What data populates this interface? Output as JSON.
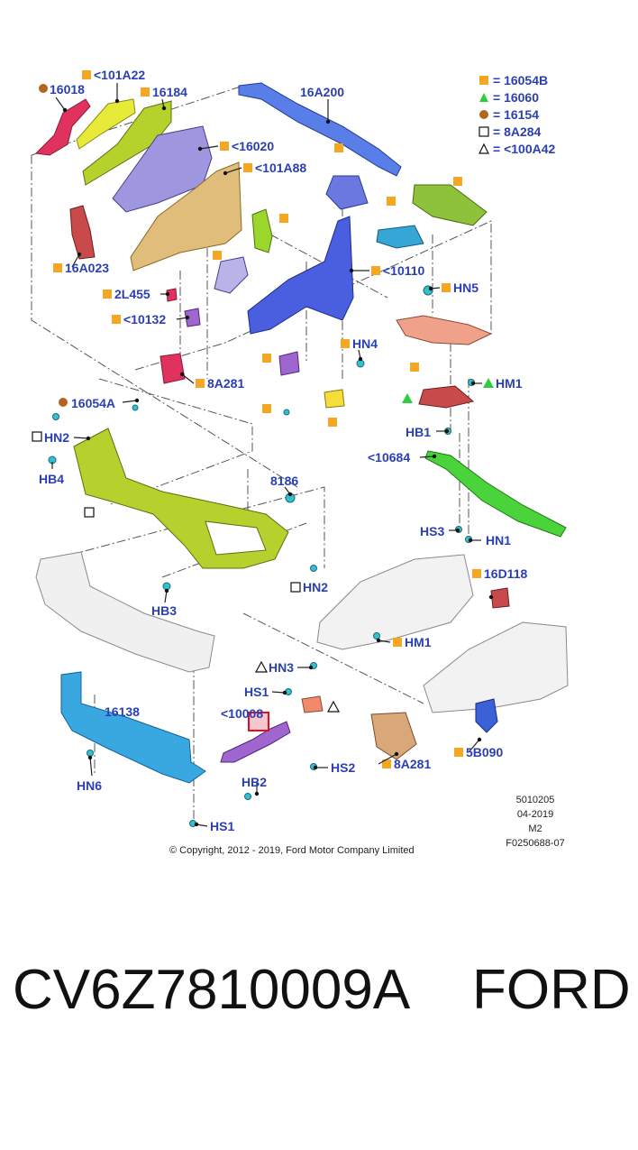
{
  "legend": [
    {
      "symbol": "square-orange",
      "text": "= 16054B"
    },
    {
      "symbol": "triangle-green",
      "text": "= 16060"
    },
    {
      "symbol": "circle-brown",
      "text": "= 16154"
    },
    {
      "symbol": "square-outline",
      "text": "= 8A284"
    },
    {
      "symbol": "triangle-outline",
      "text": "= <100A42"
    }
  ],
  "labels": {
    "p16018": "16018",
    "p101A22": "<101A22",
    "p16184": "16184",
    "p16A200": "16A200",
    "p16020": "<16020",
    "p101A88": "<101A88",
    "p16A023": "16A023",
    "p2L455": "2L455",
    "p10132": "<10132",
    "p10110": "<10110",
    "pHN5": "HN5",
    "pHN4": "HN4",
    "p8A281a": "8A281",
    "p16054A": "16054A",
    "pHM1a": "HM1",
    "pHN2a": "HN2",
    "pHB4": "HB4",
    "pHB1": "HB1",
    "p10684": "<10684",
    "p8186": "8186",
    "pHS3": "HS3",
    "pHN1": "HN1",
    "p16D118": "16D118",
    "pHN2b": "HN2",
    "pHB3": "HB3",
    "pHM1b": "HM1",
    "pHN3": "HN3",
    "pHS1a": "HS1",
    "p16138": "16138",
    "p10008": "<10008",
    "pHS2": "HS2",
    "p8A281b": "8A281",
    "p5B090": "5B090",
    "pHN6": "HN6",
    "pHB2": "HB2",
    "pHS1b": "HS1"
  },
  "meta": {
    "line1": "5010205",
    "line2": "04-2019",
    "line3": "M2",
    "line4": "F0250688-07"
  },
  "copyright": "© Copyright, 2012 - 2019, Ford Motor Company Limited",
  "caption": {
    "part_number": "CV6Z7810009A",
    "brand": "FORD"
  },
  "colors": {
    "label": "#2a3fb3",
    "orange": "#f5a623",
    "green": "#2ecc40",
    "brown": "#b5651d"
  }
}
